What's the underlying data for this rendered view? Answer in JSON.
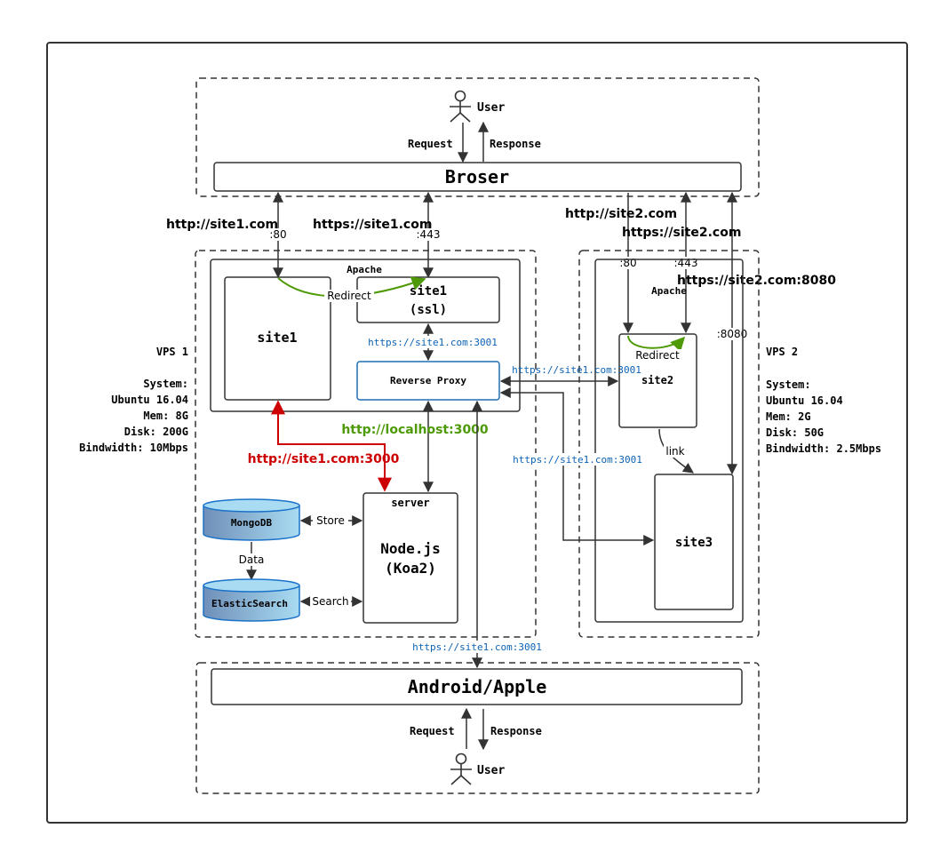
{
  "top": {
    "user_label": "User",
    "request_label": "Request",
    "response_label": "Response",
    "browser_label": "Broser"
  },
  "urls": {
    "site1_http": "http://site1.com",
    "site1_https": "https://site1.com",
    "site2_http": "http://site2.com",
    "site2_https": "https://site2.com",
    "site2_8080": "https://site2.com:8080",
    "site1_3001_a": "https://site1.com:3001",
    "site1_3001_b": "https://site1.com:3001",
    "site1_3001_c": "https://site1.com:3001",
    "site1_3001_d": "https://site1.com:3001",
    "localhost_3000": "http://localhost:3000",
    "site1_3000": "http://site1.com:3000"
  },
  "ports": {
    "p80_vps1": ":80",
    "p443_vps1": ":443",
    "p80_vps2": ":80",
    "p443_vps2": ":443",
    "p8080_vps2": ":8080"
  },
  "vps1": {
    "apache_label": "Apache",
    "site1_label": "site1",
    "site1_ssl_line1": "site1",
    "site1_ssl_line2": "(ssl)",
    "redirect_label": "Redirect",
    "reverse_proxy_label": "Reverse Proxy",
    "server_label": "server",
    "node_line1": "Node.js",
    "node_line2": "(Koa2)",
    "mongodb_label": "MongoDB",
    "elastic_label": "ElasticSearch",
    "store_label": "Store",
    "data_label": "Data",
    "search_label": "Search",
    "title": "VPS 1",
    "spec_system": "System:",
    "spec_os": "Ubuntu 16.04",
    "spec_mem": "Mem: 8G",
    "spec_disk": "Disk: 200G",
    "spec_bw": "Bindwidth: 10Mbps"
  },
  "vps2": {
    "apache_label": "Apache",
    "site2_label": "site2",
    "site3_label": "site3",
    "redirect_label": "Redirect",
    "link_label": "link",
    "title": "VPS 2",
    "spec_system": "System:",
    "spec_os": "Ubuntu 16.04",
    "spec_mem": "Mem: 2G",
    "spec_disk": "Disk: 50G",
    "spec_bw": "Bindwidth: 2.5Mbps"
  },
  "bottom": {
    "client_label": "Android/Apple",
    "request_label": "Request",
    "response_label": "Response",
    "user_label": "User"
  },
  "colors": {
    "line": "#333333",
    "green": "#4e9a06",
    "red": "#cc0000",
    "blue_link": "#0b62b5",
    "proxy_border": "#1f6fb2",
    "db_dark": "#6f8fb8",
    "db_light": "#a9dcf2",
    "db_border": "#1b72c9"
  }
}
